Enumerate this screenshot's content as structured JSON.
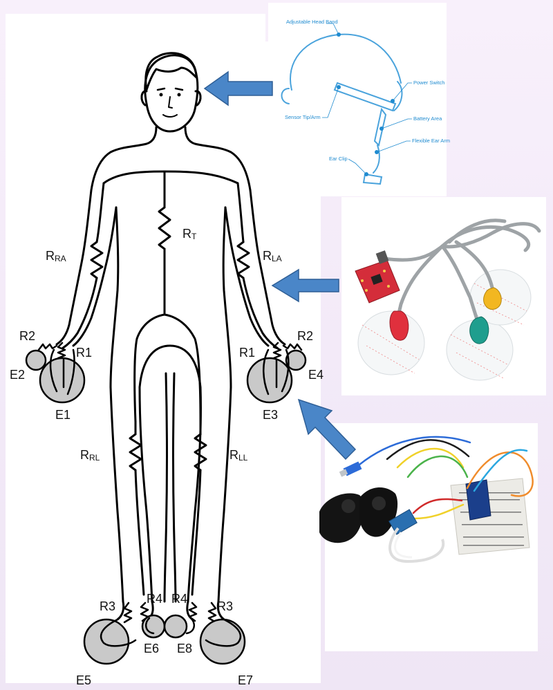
{
  "body_diagram": {
    "resistors": {
      "rt": {
        "main": "R",
        "sub": "T"
      },
      "rra": {
        "main": "R",
        "sub": "RA"
      },
      "rla": {
        "main": "R",
        "sub": "LA"
      },
      "rrl": {
        "main": "R",
        "sub": "RL"
      },
      "rll": {
        "main": "R",
        "sub": "LL"
      }
    },
    "labels": {
      "r2_left": "R2",
      "r1_left": "R1",
      "r2_right": "R2",
      "r1_right": "R1",
      "r3_left": "R3",
      "r4_left": "R4",
      "r4_right": "R4",
      "r3_right": "R3"
    },
    "electrodes": [
      "E1",
      "E2",
      "E3",
      "E4",
      "E5",
      "E6",
      "E7",
      "E8"
    ]
  },
  "headband": {
    "callouts": {
      "head_band": "Adjustable Head Band",
      "power_switch": "Power Switch",
      "sensor_tip": "Sensor Tip/Arm",
      "battery": "Battery Area",
      "ear_arm": "Flexible Ear Arm",
      "ear_clip": "Ear Clip"
    }
  },
  "colors": {
    "arrow": "#4a86c8",
    "arrow_stroke": "#2f5f96",
    "electrode_fill": "#c9c9c9",
    "callout": "#1f8bd0",
    "headband_line": "#4aa3dc"
  }
}
